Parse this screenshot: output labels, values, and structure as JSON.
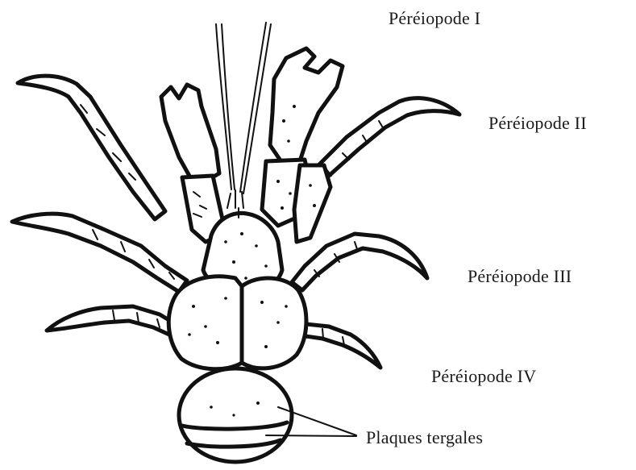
{
  "labels": {
    "pereiopode_1": "Péréiopode  I",
    "pereiopode_2": "Péréiopode  II",
    "pereiopode_3": "Péréiopode  III",
    "pereiopode_4": "Péréiopode  IV",
    "plaques_tergales": "Plaques tergales"
  },
  "colors": {
    "ink": "#111111",
    "paper": "#ffffff"
  }
}
